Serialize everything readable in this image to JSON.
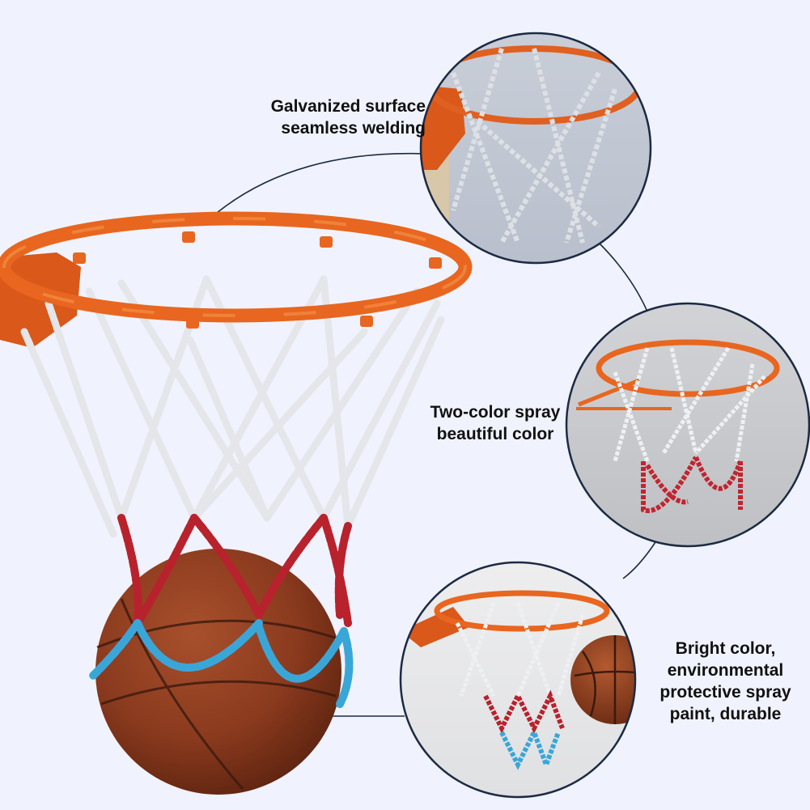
{
  "background_color": "#f0f3fd",
  "accent_colors": {
    "rim_orange": "#e8661f",
    "chain_white": "#e6e8ec",
    "chain_red": "#b8222c",
    "chain_blue": "#3aa6d8",
    "ball_brown": "#8a3a1e",
    "connector_navy": "#1c2a44"
  },
  "main_product": {
    "subject": "basketball hoop with steel chain net and basketball",
    "net_colors": [
      "white",
      "red",
      "blue"
    ]
  },
  "callouts": [
    {
      "id": "galvanized",
      "lines": [
        "Galvanized surface",
        "seamless welding"
      ],
      "detail_image": "close-up of galvanized silver chain net on orange rim"
    },
    {
      "id": "two-color",
      "lines": [
        "Two-color spray",
        "beautiful color"
      ],
      "detail_image": "hoop with white and red chain net"
    },
    {
      "id": "bright-color",
      "lines": [
        "Bright color,",
        "environmental",
        "protective spray",
        "paint, durable"
      ],
      "detail_image": "hoop with white, red and blue chain net and ball"
    }
  ]
}
